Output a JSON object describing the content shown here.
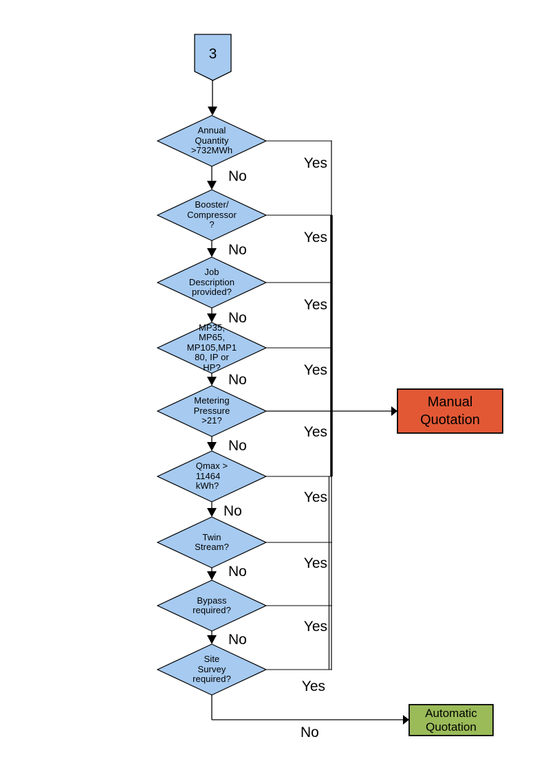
{
  "page": {
    "background": "#FFFFFF"
  },
  "flowchart": {
    "colors": {
      "node_fill": "#A6CAF0",
      "node_stroke": "#000000",
      "manual_fill": "#E25835",
      "automatic_fill": "#9BBB59",
      "line_color": "#000000"
    },
    "connector": {
      "label": "3"
    },
    "nodes": [
      {
        "id": "annual-quantity",
        "label": "Annual\nQuantity\n>732MWh",
        "yes_label": "Yes",
        "no_label": "No"
      },
      {
        "id": "booster-compressor",
        "label": "Booster/\nCompressor\n?",
        "yes_label": "Yes",
        "no_label": "No"
      },
      {
        "id": "job-description",
        "label": "Job\nDescription\nprovided?",
        "yes_label": "Yes",
        "no_label": "No"
      },
      {
        "id": "pressure-tier",
        "label": "MP35,\nMP65,\nMP105,MP1\n80, IP or\nHP?",
        "yes_label": "Yes",
        "no_label": "No"
      },
      {
        "id": "metering-pressure",
        "label": "Metering\nPressure\n>21?",
        "yes_label": "Yes",
        "no_label": "No"
      },
      {
        "id": "qmax",
        "label": "Qmax >\n11464\nkWh?",
        "yes_label": "Yes",
        "no_label": "No"
      },
      {
        "id": "twin-stream",
        "label": "Twin\nStream?",
        "yes_label": "Yes",
        "no_label": "No"
      },
      {
        "id": "bypass",
        "label": "Bypass\nrequired?",
        "yes_label": "Yes",
        "no_label": "No"
      },
      {
        "id": "site-survey",
        "label": "Site\nSurvey\nrequired?",
        "yes_label": "Yes",
        "no_label": "No"
      }
    ],
    "outcomes": {
      "manual": {
        "label": "Manual\nQuotation"
      },
      "automatic": {
        "label": "Automatic\nQuotation"
      }
    }
  }
}
